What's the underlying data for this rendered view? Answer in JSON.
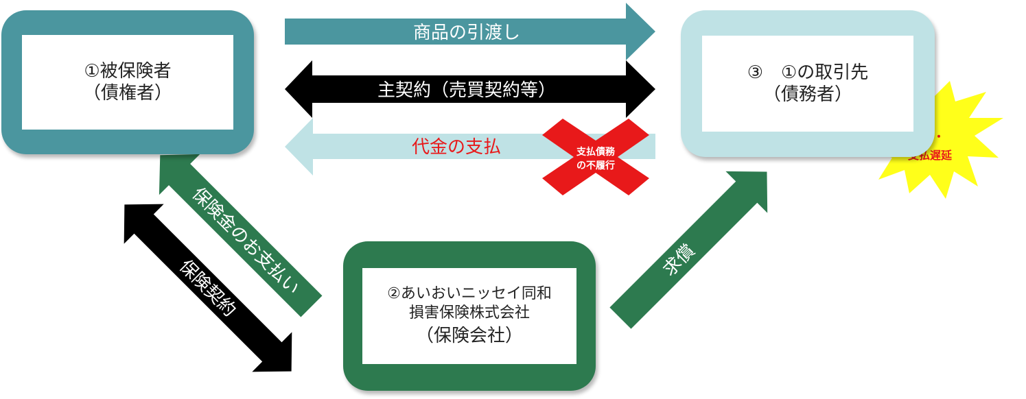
{
  "nodes": {
    "insured": {
      "line1": "①被保険者",
      "line2": "（債権者）"
    },
    "debtor": {
      "line1": "③　①の取引先",
      "line2": "（債務者）"
    },
    "insurer": {
      "line1": "②あいおいニッセイ同和",
      "line2": "損害保険株式会社",
      "line3": "（保険会社）"
    }
  },
  "arrows": {
    "goods_delivery": "商品の引渡し",
    "main_contract": "主契約（売買契約等）",
    "payment": "代金の支払",
    "insurance_payout": "保険金のお支払い",
    "insurance_contract": "保険契約",
    "subrogation": "求償"
  },
  "badges": {
    "default_line1": "支払債務",
    "default_line2": "の不履行",
    "bankruptcy_line1": "倒産・",
    "bankruptcy_line2": "支払遅延"
  },
  "colors": {
    "teal_dark": "#4b969f",
    "teal_light": "#bfe2e5",
    "green": "#2d7a4f",
    "black": "#000000",
    "red": "#e8191a",
    "yellow": "#ffff1a"
  }
}
